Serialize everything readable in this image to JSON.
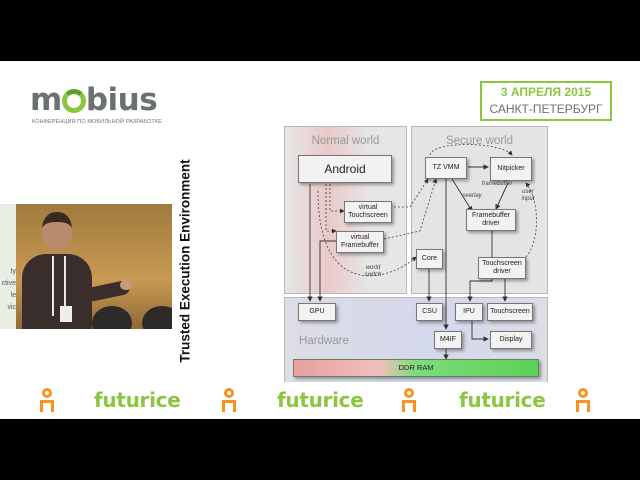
{
  "header": {
    "logo_text_pre": "m",
    "logo_text_post": "bius",
    "logo_subtitle": "КОНФЕРЕНЦИЯ ПО МОБИЛЬНОЙ РАЗРАБОТКЕ",
    "date_line1": "3 АПРЕЛЯ 2015",
    "date_line2": "САНКТ-ПЕТЕРБУРГ"
  },
  "speaker_banner": [
    "ty",
    "ctive",
    "le",
    "vic"
  ],
  "slide": {
    "title": "Trusted Execution Environment",
    "normal_world": "Normal world",
    "secure_world": "Secure world",
    "hardware": "Hardware",
    "boxes": {
      "android": "Android",
      "v_touch": "virtual Touchscreen",
      "v_fb": "virtual Framebuffer",
      "tzvmm": "TZ VMM",
      "nitpicker": "Nitpicker",
      "fb_driver": "Framebuffer driver",
      "core": "Core",
      "ts_driver": "Touchscreen driver",
      "gpu": "GPU",
      "csu": "CSU",
      "ipu": "IPU",
      "touchscreen": "Touchscreen",
      "m4if": "M4IF",
      "display": "Display",
      "ddr": "DDR RAM"
    },
    "labels": {
      "framebuffer": "framebuffer",
      "overlay": "overlay",
      "user_input": "user input",
      "world_switch": "world switch"
    }
  },
  "footer": {
    "sponsor": "futurice"
  },
  "colors": {
    "brand_green": "#8cc63f",
    "brand_gray": "#6b7070",
    "ok_orange": "#f7931e"
  }
}
